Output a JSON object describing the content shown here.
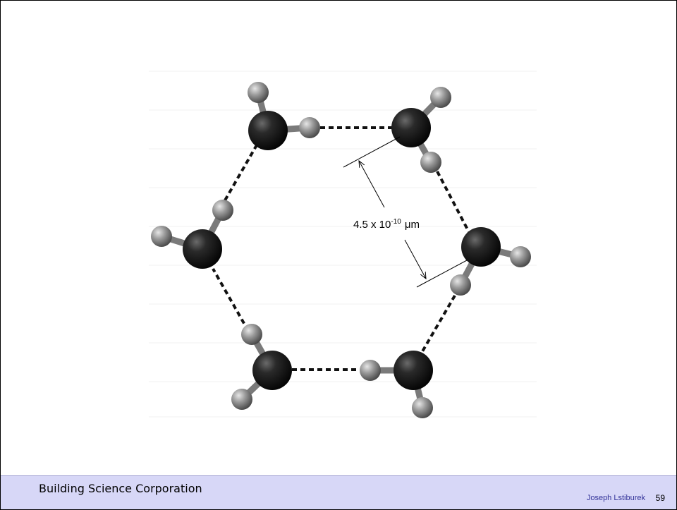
{
  "diagram": {
    "distance_label": {
      "base": "4.5 x 10",
      "exponent": "-10",
      "unit": "μm"
    }
  },
  "footer": {
    "company": "Building Science Corporation",
    "author": "Joseph Lstiburek",
    "page_number": "59"
  },
  "colors": {
    "footer_bg": "#d7d7f7",
    "author_text": "#333399",
    "oxygen": "#1a1a1a",
    "hydrogen": "#8c8c8c"
  }
}
